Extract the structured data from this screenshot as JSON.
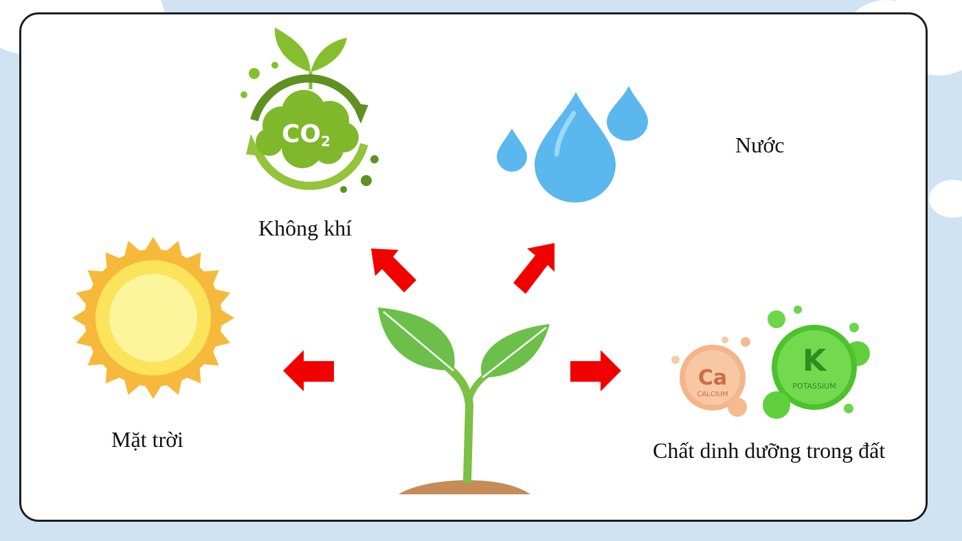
{
  "labels": {
    "air": "Không khí",
    "water": "Nước",
    "sun": "Mặt trời",
    "nutrients": "Chất dinh dưỡng trong đất"
  },
  "co2_icon": {
    "text": "CO",
    "subscript": "2"
  },
  "minerals": {
    "calcium": {
      "symbol": "Ca",
      "name": "CALCIUM"
    },
    "potassium": {
      "symbol": "K",
      "name": "POTASSIUM"
    }
  },
  "colors": {
    "arrow": "#f20000",
    "frame": "#1e1e1e",
    "background": "#cfe3f3",
    "leaf": "#6cc04a",
    "water": "#5ab8ee",
    "sun": "#f6b93b"
  }
}
